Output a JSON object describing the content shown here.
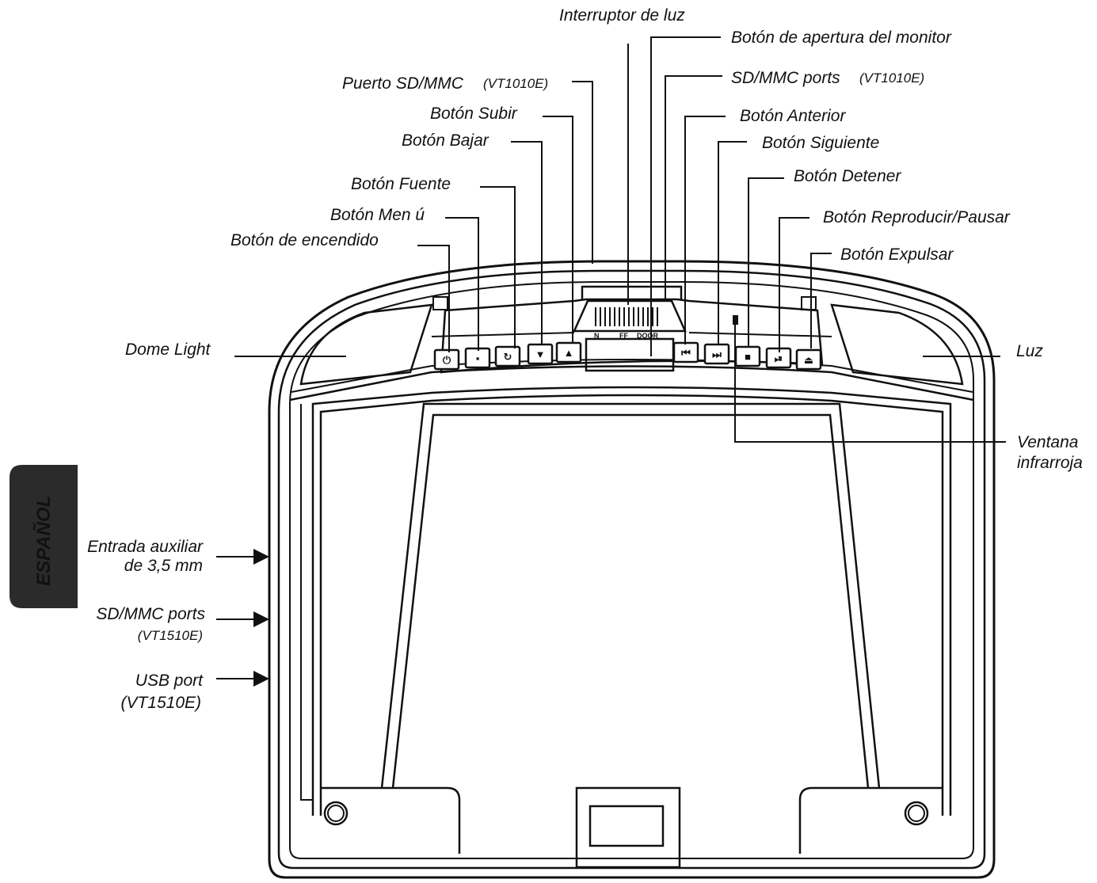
{
  "labels": {
    "interruptor_luz": "Interruptor de  luz",
    "apertura_monitor": "Botón de apertura del monitor",
    "puerto_sd_top": "Puerto SD/MMC",
    "puerto_sd_top_model": "(VT1010E)",
    "sd_mmc_ports_top": "SD/MMC ports",
    "sd_mmc_ports_top_model": "(VT1010E)",
    "boton_subir": "Botón  Subir",
    "boton_anterior": "Botón  Anterior",
    "boton_bajar": "Botón  Bajar",
    "boton_siguiente": "Botón  Siguiente",
    "boton_fuente": "Botón  Fuente",
    "boton_detener": "Botón  Detener",
    "boton_menu": "Botón  Men ú",
    "boton_reproducir": "Botón  Reproducir/Pausar",
    "boton_encendido": "Botón  de  encendido",
    "boton_expulsar": "Botón  Expulsar",
    "dome_light": "Dome Light",
    "luz": "Luz",
    "ventana_line1": "Ventana",
    "ventana_line2": "infrarroja",
    "entrada_line1": "Entrada auxiliar",
    "entrada_line2": "de 3,5 mm",
    "sd_side_line1": "SD/MMC ports",
    "sd_side_line2": "(VT1510E)",
    "usb_line1": "USB port",
    "usb_line2": "(VT1510E)"
  },
  "dial_labels": {
    "n": "N",
    "ff": "FF",
    "door": "DOOR"
  },
  "language_tab": {
    "text": "ESPAÑOL",
    "background": "#2b2b2b"
  },
  "buttons": [
    {
      "name": "power-button",
      "icon": "power-icon",
      "glyph": "⏻"
    },
    {
      "name": "menu-button",
      "icon": "menu-icon",
      "glyph": "▪"
    },
    {
      "name": "source-button",
      "icon": "source-icon",
      "glyph": "↻"
    },
    {
      "name": "down-button",
      "icon": "down-arrow-icon",
      "glyph": "▼"
    },
    {
      "name": "up-button",
      "icon": "up-arrow-icon",
      "glyph": "▲"
    },
    {
      "name": "previous-button",
      "icon": "previous-icon",
      "glyph": "⏮"
    },
    {
      "name": "next-button",
      "icon": "next-icon",
      "glyph": "⏭"
    },
    {
      "name": "stop-button",
      "icon": "stop-icon",
      "glyph": "■"
    },
    {
      "name": "play-pause-button",
      "icon": "play-pause-icon",
      "glyph": "⏯"
    },
    {
      "name": "eject-button",
      "icon": "eject-icon",
      "glyph": "⏏"
    }
  ],
  "colors": {
    "line": "#111111",
    "background": "#ffffff"
  }
}
